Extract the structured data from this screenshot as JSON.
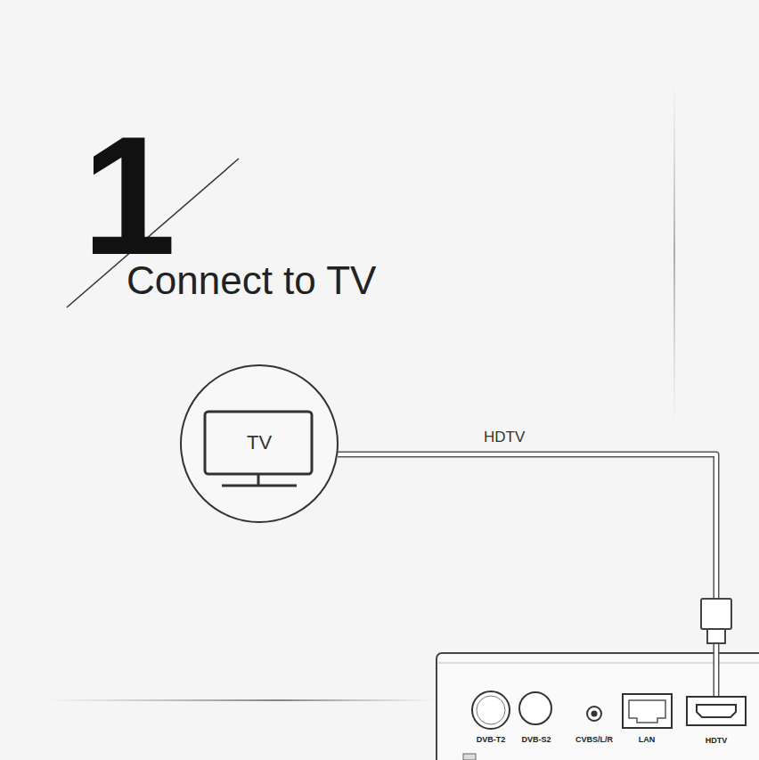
{
  "diagram": {
    "title": "Connect to TV",
    "nodes": [
      {
        "text": [
          "TV"
        ]
      },
      {
        "text": [
          "HDTV"
        ]
      }
    ],
    "edges": [
      {
        "from": 0,
        "to": 1,
        "label": "HDTV",
        "arrow": "none"
      }
    ],
    "labels": [
      "1",
      "DVB-T2",
      "DVB-S2",
      "CVBS/L/R",
      "LAN"
    ]
  }
}
